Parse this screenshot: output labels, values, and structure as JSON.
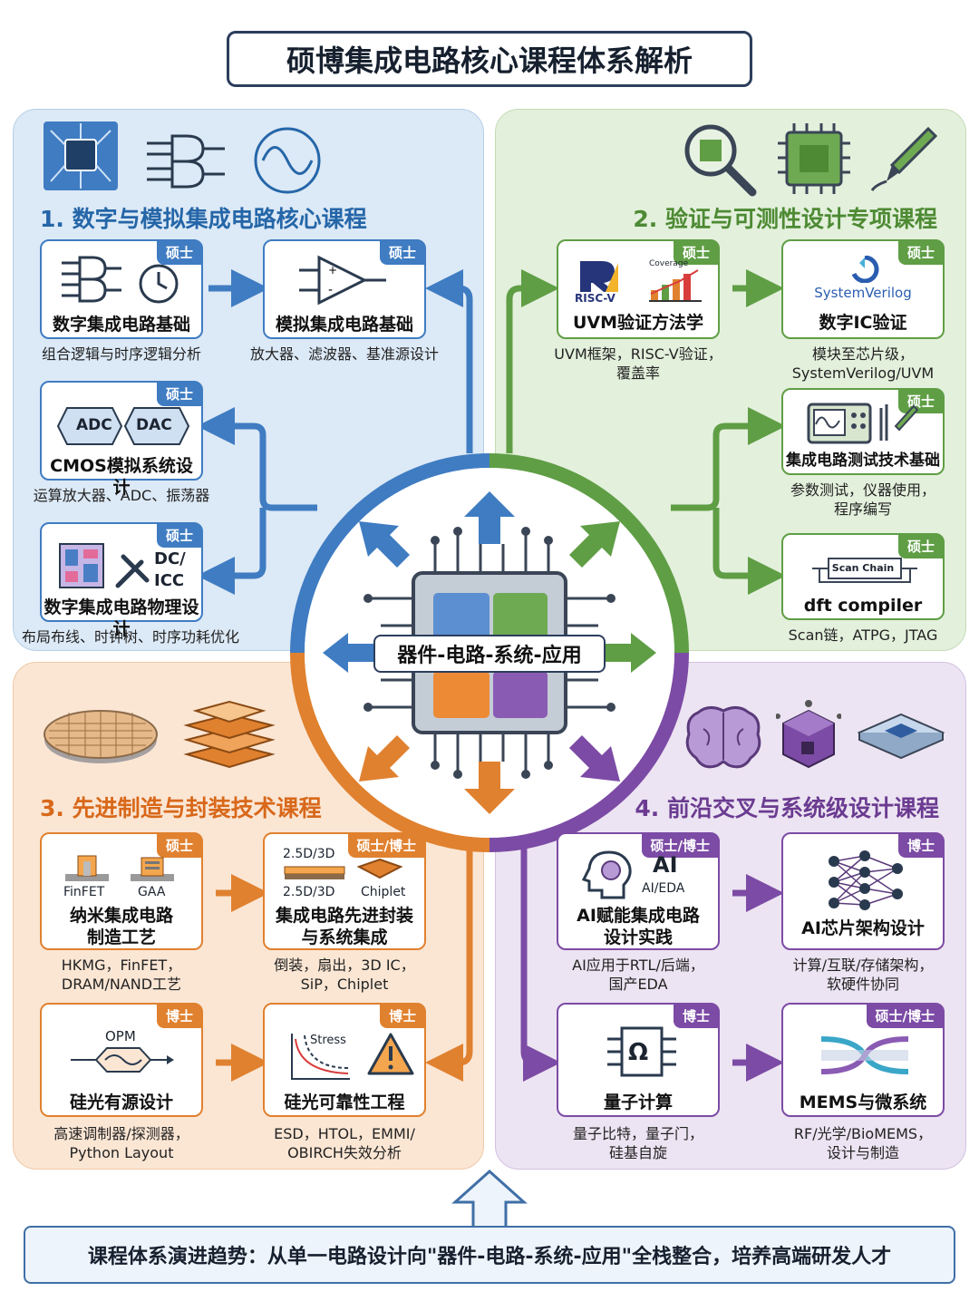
{
  "title": "硕博集成电路核心课程体系解析",
  "center": "器件-电路-系统-应用",
  "bottom": "课程体系演进趋势：从单一电路设计向\"器件-电路-系统-应用\"全栈整合，培养高端研发人才",
  "sections": {
    "s1": "1. 数字与模拟集成电路核心课程",
    "s2": "2. 验证与可测性设计专项课程",
    "s3": "3. 先进制造与封装技术课程",
    "s4": "4. 前沿交叉与系统级设计课程"
  },
  "colors": {
    "blue": "#3f7cc2",
    "green": "#5f9e45",
    "orange": "#e0812f",
    "purple": "#7c4ba5"
  },
  "cards": {
    "digital": {
      "tag": "硕士",
      "title": "数字集成电路基础",
      "desc": "组合逻辑与时序逻辑分析"
    },
    "analog": {
      "tag": "硕士",
      "title": "模拟集成电路基础",
      "desc": "放大器、滤波器、基准源设计"
    },
    "cmos": {
      "tag": "硕士",
      "title": "CMOS模拟系统设计",
      "desc": "运算放大器、ADC、振荡器",
      "adc": "ADC",
      "dac": "DAC"
    },
    "physical": {
      "tag": "硕士",
      "title": "数字集成电路物理设计",
      "desc": "布局布线、时钟树、时序功耗优化",
      "dc1": "DC/",
      "dc2": "ICC"
    },
    "uvm": {
      "tag": "硕士",
      "title": "UVM验证方法学",
      "desc1": "UVM框架，RISC-V验证，",
      "desc2": "覆盖率",
      "riscv": "RISC-V",
      "coverage": "Coverage"
    },
    "icverify": {
      "tag": "硕士",
      "title": "数字IC验证",
      "desc1": "模块至芯片级，",
      "desc2": "SystemVerilog/UVM",
      "logo": "SystemVerilog"
    },
    "testing": {
      "tag": "硕士",
      "title": "集成电路测试技术基础",
      "desc1": "参数测试，仪器使用，",
      "desc2": "程序编写"
    },
    "dft": {
      "tag": "硕士",
      "title": "dft compiler",
      "desc": "Scan链，ATPG，JTAG",
      "chain": "Scan Chain"
    },
    "nano": {
      "tag": "硕士",
      "title1": "纳米集成电路",
      "title2": "制造工艺",
      "desc1": "HKMG，FinFET，",
      "desc2": "DRAM/NAND工艺",
      "finfet": "FinFET",
      "gaa": "GAA"
    },
    "packaging": {
      "tag": "硕士/博士",
      "title1": "集成电路先进封装",
      "title2": "与系统集成",
      "desc1": "倒装，扇出，3D IC，",
      "desc2": "SiP，Chiplet",
      "l1": "2.5D/3D",
      "l2": "2.5D/3D",
      "l3": "Chiplet"
    },
    "photonics": {
      "tag": "博士",
      "title": "硅光有源设计",
      "desc1": "高速调制器/探测器，",
      "desc2": "Python Layout",
      "opm": "OPM"
    },
    "reliability": {
      "tag": "博士",
      "title": "硅光可靠性工程",
      "desc1": "ESD，HTOL，EMMI/",
      "desc2": "OBIRCH失效分析",
      "stress": "Stress"
    },
    "ai_eda": {
      "tag": "硕士/博士",
      "title1": "AI赋能集成电路",
      "title2": "设计实践",
      "desc1": "AI应用于RTL/后端，",
      "desc2": "国产EDA",
      "ai": "AI",
      "aieda": "AI/EDA"
    },
    "ai_chip": {
      "tag": "博士",
      "title": "AI芯片架构设计",
      "desc1": "计算/互联/存储架构，",
      "desc2": "软硬件协同"
    },
    "quantum": {
      "tag": "博士",
      "title": "量子计算",
      "desc1": "量子比特，量子门，",
      "desc2": "硅基自旋",
      "omega": "Ω"
    },
    "mems": {
      "tag": "硕士/博士",
      "title": "MEMS与微系统",
      "desc1": "RF/光学/BioMEMS，",
      "desc2": "设计与制造"
    }
  }
}
